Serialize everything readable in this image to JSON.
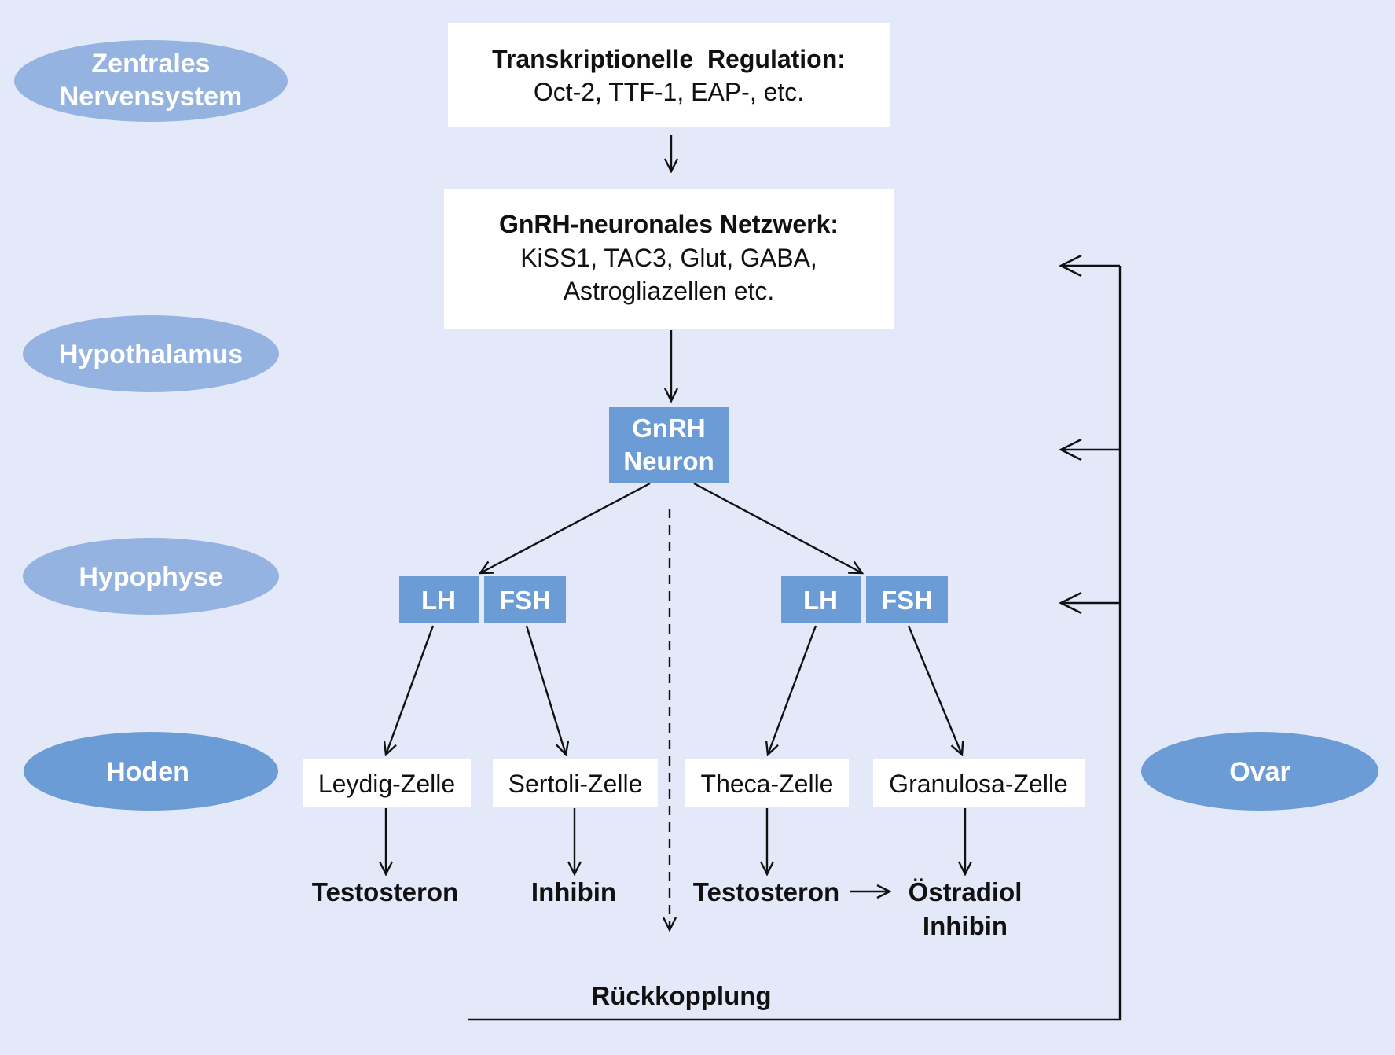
{
  "colors": {
    "background": "#e3e9f8",
    "ellipse_light": "#94b3e0",
    "ellipse_dark": "#6b9cd6",
    "blue_box": "#6b9cd6",
    "white_box": "#ffffff",
    "line": "#111111"
  },
  "levels": {
    "zns": [
      "Zentrales",
      "Nervensystem"
    ],
    "hypothalamus": "Hypothalamus",
    "hypophyse": "Hypophyse",
    "hoden": "Hoden",
    "ovar": "Ovar"
  },
  "transcription": {
    "title": "Transkriptionelle  Regulation:",
    "detail": "Oct-2, TTF-1, EAP-, etc."
  },
  "network": {
    "title": "GnRH-neuronales Netzwerk:",
    "line1": "KiSS1, TAC3, Glut, GABA,",
    "line2": "Astrogliazellen etc."
  },
  "gnrh": [
    "GnRH",
    "Neuron"
  ],
  "hormones": {
    "lh": "LH",
    "fsh": "FSH"
  },
  "cells": {
    "leydig": "Leydig-Zelle",
    "sertoli": "Sertoli-Zelle",
    "theca": "Theca-Zelle",
    "granulosa": "Granulosa-Zelle"
  },
  "products": {
    "testosteron_male": "Testosteron",
    "inhibin_male": "Inhibin",
    "testosteron_female": "Testosteron",
    "oestradiol": "Östradiol",
    "inhibin_female": "Inhibin"
  },
  "feedback": "Rückkopplung"
}
